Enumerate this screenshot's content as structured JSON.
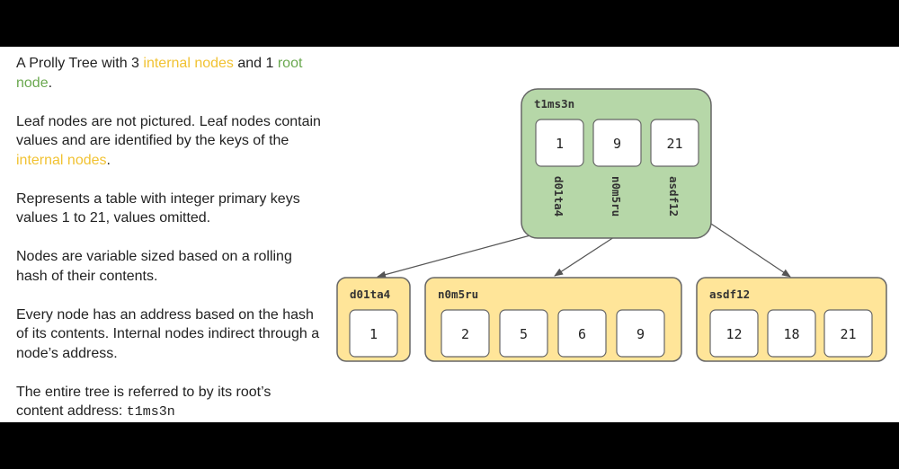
{
  "description": [
    [
      {
        "t": "A Prolly Tree with 3 "
      },
      {
        "t": "internal nodes",
        "c": "yellow"
      },
      {
        "t": " and 1 "
      },
      {
        "t": "root node",
        "c": "green"
      },
      {
        "t": "."
      }
    ],
    [
      {
        "t": "Leaf nodes are not pictured. Leaf nodes contain values and are identified by the keys of the "
      },
      {
        "t": "internal nodes",
        "c": "yellow"
      },
      {
        "t": "."
      }
    ],
    [
      {
        "t": "Represents a table with integer primary keys values 1 to 21, values omitted."
      }
    ],
    [
      {
        "t": "Nodes are variable sized based on a rolling hash of their contents."
      }
    ],
    [
      {
        "t": "Every node has an address based on the hash of its contents. Internal nodes indirect through a node’s address."
      }
    ],
    [
      {
        "t": "The entire tree is referred to by its root’s content address: "
      },
      {
        "t": "t1ms3n",
        "c": "mono"
      }
    ]
  ],
  "colors": {
    "root_fill": "#b6d7a8",
    "internal_fill": "#ffe599",
    "border": "#666666",
    "highlight_yellow": "#f1c232",
    "highlight_green": "#6aa84f"
  },
  "root": {
    "label": "t1ms3n",
    "keys": [
      "1",
      "9",
      "21"
    ],
    "child_addresses": [
      "d01ta4",
      "n0m5ru",
      "asdf12"
    ]
  },
  "internal_nodes": [
    {
      "label": "d01ta4",
      "keys": [
        "1"
      ]
    },
    {
      "label": "n0m5ru",
      "keys": [
        "2",
        "5",
        "6",
        "9"
      ]
    },
    {
      "label": "asdf12",
      "keys": [
        "12",
        "18",
        "21"
      ]
    }
  ]
}
